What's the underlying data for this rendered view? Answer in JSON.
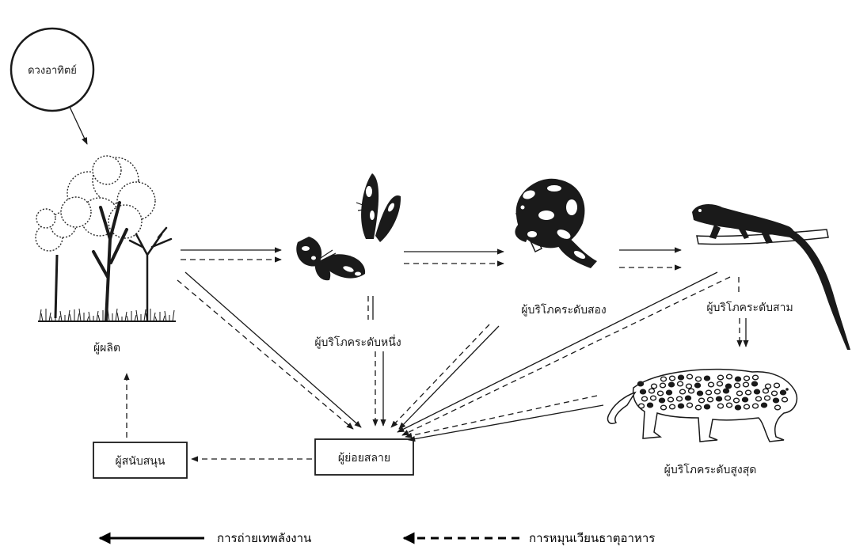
{
  "diagram": {
    "sun_label": "ดวงอาทิตย์",
    "producer_label": "ผู้ผลิต",
    "primary_consumer_label": "ผู้บริโภคระดับหนึ่ง",
    "secondary_consumer_label": "ผู้บริโภคระดับสอง",
    "tertiary_consumer_label": "ผู้บริโภคระดับสาม",
    "top_consumer_label": "ผู้บริโภคระดับสูงสุด",
    "decomposer_label": "ผู้ย่อยสลาย",
    "supporter_label": "ผู้สนับสนุน"
  },
  "legend": {
    "energy_label": "การถ่ายเทพลังงาน",
    "nutrient_label": "การหมุนเวียนธาตุอาหาร"
  },
  "icons": [
    "sun-icon",
    "tree-icon",
    "butterfly-icon",
    "frog-icon",
    "lizard-icon",
    "jaguar-icon"
  ],
  "colors": {
    "ink": "#1a1a1a",
    "paper": "#ffffff"
  }
}
